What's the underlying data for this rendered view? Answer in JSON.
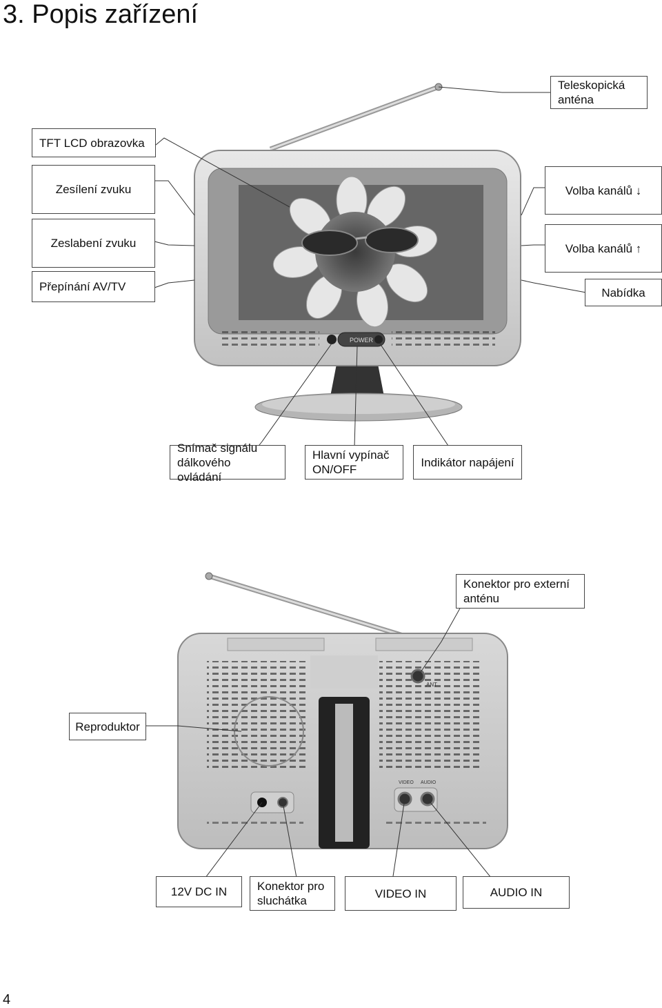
{
  "page": {
    "title": "3. Popis zařízení",
    "page_number": "4"
  },
  "front_labels": {
    "antenna": [
      "Teleskopická",
      "anténa"
    ],
    "lcd": "TFT LCD obrazovka",
    "vol_up": "Zesílení zvuku",
    "vol_down": "Zeslabení zvuku",
    "av_tv": "Přepínání AV/TV",
    "ch_down": "Volba kanálů ↓",
    "ch_up": "Volba kanálů ↑",
    "menu": "Nabídka",
    "ir_sensor": [
      "Snímač signálu",
      "dálkového ovládání"
    ],
    "power_switch": [
      "Hlavní vypínač",
      "ON/OFF"
    ],
    "power_led": "Indikátor napájení"
  },
  "back_labels": {
    "ext_antenna": [
      "Konektor pro externí",
      "anténu"
    ],
    "speaker": "Reproduktor",
    "dc_in": "12V DC IN",
    "headphones": [
      "Konektor pro",
      "sluchátka"
    ],
    "video_in": "VIDEO IN",
    "audio_in": "AUDIO IN"
  },
  "device_print": {
    "power_button": "POWER",
    "antenna_port": "ANT",
    "video_port": "VIDEO",
    "audio_port": "AUDIO"
  }
}
